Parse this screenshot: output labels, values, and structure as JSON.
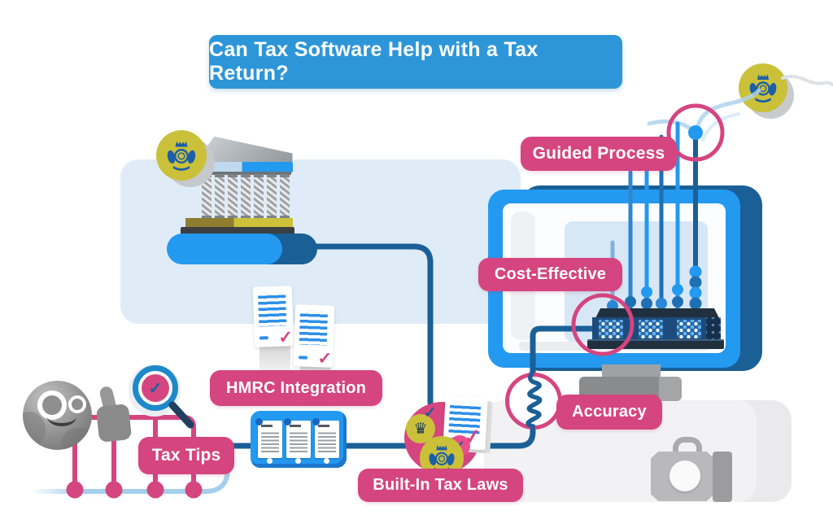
{
  "title": "Can Tax Software Help with a Tax Return?",
  "labels": {
    "guided_process": "Guided Process",
    "cost_effective": "Cost-Effective",
    "hmrc_integration": "HMRC Integration",
    "tax_tips": "Tax Tips",
    "built_in_tax_laws": "Built-In Tax Laws",
    "accuracy": "Accuracy"
  },
  "icons": {
    "checkmark": "✓",
    "crown": "♛",
    "crest": "hmrc-royal-crest",
    "magnifier": "magnifying-glass",
    "thumbs_up": "thumbs-up-hand"
  },
  "colors": {
    "pink": "#D5457F",
    "banner_blue": "#2D96D8",
    "bright_blue": "#2499F0",
    "navy_line": "#1A6096",
    "light_blue_bg": "#DFECF8",
    "yellow_badge": "#CBC03A",
    "crest_blue": "#1C5FA8"
  }
}
